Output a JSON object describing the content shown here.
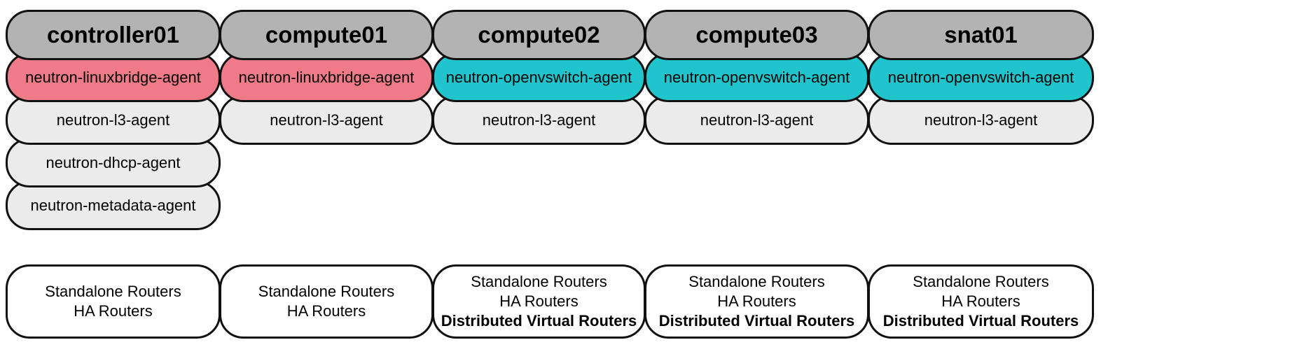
{
  "colors": {
    "header": "#b3b3b3",
    "linuxbridge": "#f07b88",
    "openvswitch": "#20c4cc",
    "agent": "#ebebeb",
    "routers": "#ffffff",
    "border": "#111111"
  },
  "nodes": [
    {
      "name": "controller01",
      "agents": [
        {
          "label": "neutron-linuxbridge-agent",
          "kind": "linuxbridge"
        },
        {
          "label": "neutron-l3-agent",
          "kind": "agent"
        },
        {
          "label": "neutron-dhcp-agent",
          "kind": "agent"
        },
        {
          "label": "neutron-metadata-agent",
          "kind": "agent"
        }
      ],
      "routers": [
        "Standalone Routers",
        "HA Routers"
      ],
      "routers_bold": ""
    },
    {
      "name": "compute01",
      "agents": [
        {
          "label": "neutron-linuxbridge-agent",
          "kind": "linuxbridge"
        },
        {
          "label": "neutron-l3-agent",
          "kind": "agent"
        }
      ],
      "routers": [
        "Standalone Routers",
        "HA Routers"
      ],
      "routers_bold": ""
    },
    {
      "name": "compute02",
      "agents": [
        {
          "label": "neutron-openvswitch-agent",
          "kind": "openvswitch"
        },
        {
          "label": "neutron-l3-agent",
          "kind": "agent"
        }
      ],
      "routers": [
        "Standalone Routers",
        "HA Routers"
      ],
      "routers_bold": "Distributed Virtual Routers"
    },
    {
      "name": "compute03",
      "agents": [
        {
          "label": "neutron-openvswitch-agent",
          "kind": "openvswitch"
        },
        {
          "label": "neutron-l3-agent",
          "kind": "agent"
        }
      ],
      "routers": [
        "Standalone Routers",
        "HA Routers"
      ],
      "routers_bold": "Distributed Virtual Routers"
    },
    {
      "name": "snat01",
      "agents": [
        {
          "label": "neutron-openvswitch-agent",
          "kind": "openvswitch"
        },
        {
          "label": "neutron-l3-agent",
          "kind": "agent"
        }
      ],
      "routers": [
        "Standalone Routers",
        "HA Routers"
      ],
      "routers_bold": "Distributed Virtual Routers"
    }
  ]
}
